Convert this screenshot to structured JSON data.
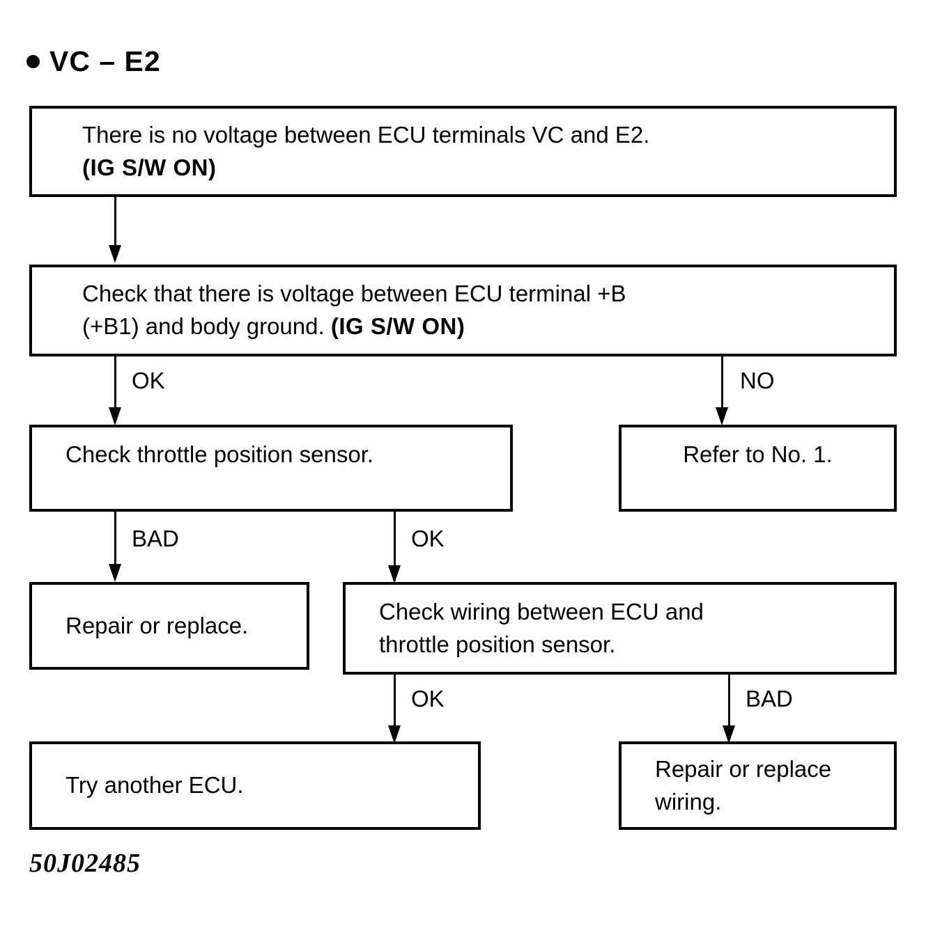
{
  "title": {
    "bullet_icon": "bullet-dot",
    "text": "VC – E2"
  },
  "flowchart": {
    "type": "diagnostic-troubleshooting-flowchart",
    "nodes": [
      {
        "id": "symptom",
        "lines": [
          {
            "text": "There is no voltage between ECU terminals VC and E2.",
            "bold": false
          },
          {
            "text": "(IG S/W ON)",
            "bold": true
          }
        ]
      },
      {
        "id": "check-b-voltage",
        "lines": [
          {
            "text": "Check that there is voltage between ECU terminal +B",
            "bold": false
          },
          {
            "text_plain": "(+B1) and body ground. ",
            "text_bold": "(IG S/W ON)",
            "bold": "mixed"
          }
        ],
        "line1": "Check that there is voltage between ECU terminal +B",
        "line2_plain": "(+B1) and body ground. ",
        "line2_bold": "(IG S/W ON)"
      },
      {
        "id": "check-tps",
        "lines": [
          {
            "text": "Check throttle position sensor.",
            "bold": false
          }
        ]
      },
      {
        "id": "refer-no-1",
        "lines": [
          {
            "text": "Refer to No. 1.",
            "bold": false
          }
        ]
      },
      {
        "id": "repair-or-replace",
        "lines": [
          {
            "text": "Repair or replace.",
            "bold": false
          }
        ]
      },
      {
        "id": "check-wiring",
        "lines": [
          {
            "text": "Check wiring between ECU and",
            "bold": false
          },
          {
            "text": "throttle  position sensor.",
            "bold": false
          }
        ]
      },
      {
        "id": "try-another-ecu",
        "lines": [
          {
            "text": "Try another ECU.",
            "bold": false
          }
        ]
      },
      {
        "id": "repair-replace-wiring",
        "lines": [
          {
            "text": "Repair or replace",
            "bold": false
          },
          {
            "text": "wiring.",
            "bold": false
          }
        ]
      }
    ],
    "box_text": {
      "symptom_line1": "There is no voltage between ECU terminals VC and E2.",
      "symptom_line2": "(IG S/W ON)",
      "check_b_line1": "Check that there is voltage between ECU terminal +B",
      "check_b_line2_plain": "(+B1) and body ground. ",
      "check_b_line2_bold": "(IG S/W ON)",
      "check_tps": "Check throttle position sensor.",
      "refer_no_1": "Refer to No. 1.",
      "repair_or_replace": "Repair or replace.",
      "check_wiring_line1": "Check wiring between ECU and",
      "check_wiring_line2": "throttle  position sensor.",
      "try_another_ecu": "Try another ECU.",
      "repair_wiring_line1": "Repair or replace",
      "repair_wiring_line2": "wiring."
    },
    "edge_labels": {
      "b_voltage_ok": "OK",
      "b_voltage_no": "NO",
      "tps_bad": "BAD",
      "tps_ok": "OK",
      "wiring_ok": "OK",
      "wiring_bad": "BAD"
    }
  },
  "footer": {
    "code": "50J02485"
  },
  "colors": {
    "ink": "#000000",
    "paper": "#ffffff"
  }
}
